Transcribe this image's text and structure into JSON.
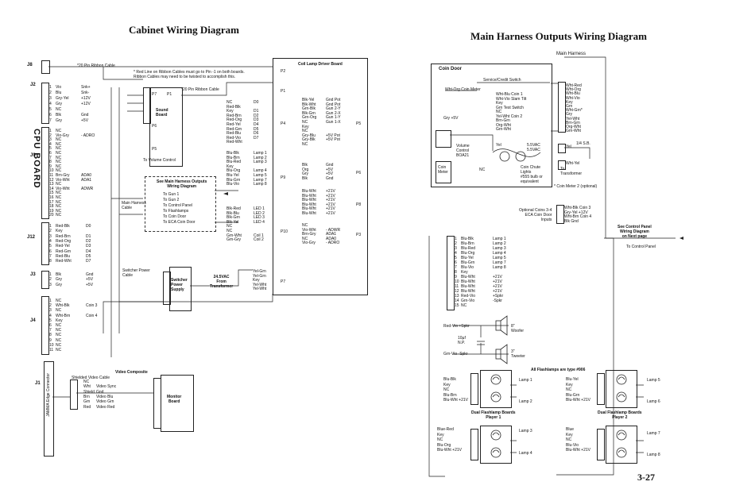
{
  "left": {
    "title": "Cabinet Wiring Diagram",
    "cpu_board": "CPU BOARD",
    "j8": "J8",
    "ribbon_top": "*20 Pin Ribbon Cable",
    "ribbon_note": "* Red Line on Ribbon Cables must go to Pin -1 on both boards.\nRibbon Cables may need to be twisted to accomplish this.",
    "ribbon_mid": "*20 Pin Ribbon Cable",
    "j2": "J2",
    "j9": "J9",
    "j12": "J12",
    "j3": "J3",
    "j4": "J4",
    "j1": "J1",
    "j2_wires": [
      "Vio",
      "Blu",
      "Gry-Yel",
      "Gry",
      "NC",
      "Blk",
      "Gry"
    ],
    "j2_signals": [
      "Snk+",
      "Snk-",
      "+12V",
      "+12V",
      "",
      "Gnd",
      "+5V"
    ],
    "j9_wires": [
      "NC",
      "Vio-Gry",
      "NC",
      "NC",
      "NC",
      "NC",
      "NC",
      "NC",
      "NC",
      "NC",
      "Brn-Gry",
      "Vio-Wht",
      "NC",
      "Vio-Wht",
      "NC",
      "NC",
      "NC",
      "NC",
      "NC",
      "NC"
    ],
    "j9_signals": [
      "",
      "- ADRO",
      "",
      "",
      "",
      "",
      "",
      "",
      "",
      "",
      "ADA0",
      "ADA1",
      "",
      "ADWR",
      "",
      "",
      "",
      "",
      "",
      ""
    ],
    "j12_wires": [
      "Red-Blk",
      "Key",
      "Red-Brn",
      "Red-Org",
      "Red-Yel",
      "Red-Grn",
      "Red-Blu",
      "Red-Wht"
    ],
    "j12_signals": [
      "D0",
      "",
      "D1",
      "D2",
      "D3",
      "D4",
      "D5",
      "D7"
    ],
    "j3_wires": [
      "Blk",
      "Gry",
      "Gry"
    ],
    "j3_signals": [
      "Gnd",
      "+5V",
      "+5V"
    ],
    "j4_wires": [
      "NC",
      "Wht-Blk",
      "NC",
      "Wht-Brn",
      "Key",
      "NC",
      "NC",
      "NC",
      "NC",
      "NC",
      "NC"
    ],
    "j4_signals": [
      "",
      "Coin 3",
      "",
      "Coin 4",
      "",
      "",
      "",
      "",
      "",
      "",
      ""
    ],
    "sound_board": "Sound\nBoard",
    "p7": "P7",
    "p1": "P1",
    "p6": "P6",
    "p5": "P5",
    "volume_control": "To Volume Control",
    "see_main": "See Main Harness Outputs\nWiring Diagram",
    "main_cable": "Main Harness\nCable",
    "to_list": [
      "To Gun 1",
      "To Gun 2",
      "To Control Panel",
      "To Flashlamps",
      "To Coin Door",
      "To ECA Coin Door"
    ],
    "switcher_cable": "Switcher Power\nCable",
    "switcher_label": "Switcher\nPower\nSupply",
    "ac_label": "24.5VAC\nFrom\nTransformer",
    "shielded_video": "Shielded Video Cable",
    "video_composite": "Video Composite",
    "monitor_board": "Monitor\nBoard",
    "video_wires": [
      "NC",
      "Wht",
      "Shield",
      "Brn",
      "Grn",
      "Red"
    ],
    "video_signals": [
      "",
      "Video Sync",
      "Gnd",
      "Video Blu",
      "Video Grn",
      "Video Red"
    ],
    "edge_connector": "JAMMA Edge Connector",
    "coil_lamp": "Coil Lamp Driver Board",
    "p2": "P2",
    "p1c": "P1",
    "p4": "P4",
    "p9": "P9",
    "p10": "P10",
    "p7c": "P7",
    "p5c": "P5",
    "p6c": "P6",
    "p8c": "P8",
    "p3c": "P3",
    "p4_wires": [
      "NC",
      "Red-Blk",
      "Key",
      "Red-Brn",
      "Red-Org",
      "Red-Yel",
      "Red-Grn",
      "Red-Blu",
      "Red-Vio",
      "Red-Wht"
    ],
    "p4_signals": [
      "D0",
      "",
      "D1",
      "D2",
      "D3",
      "D4",
      "D5",
      "D6",
      "D7",
      ""
    ],
    "p9_wires": [
      "Blu-Blk",
      "Blu-Brn",
      "Blu-Red",
      "Key",
      "Blu-Org",
      "Blu-Yel",
      "Blu-Grn",
      "Blu-Vio"
    ],
    "p9_signals": [
      "Lamp 1",
      "Lamp 2",
      "Lamp 3",
      "",
      "Lamp 4",
      "Lamp 5",
      "Lamp 7",
      "Lamp 8"
    ],
    "p10_wires": [
      "Blk-Red",
      "Blk-Blu",
      "Blk-Grn",
      "Blk-Yel",
      "NC",
      "NC",
      "Grn-Wht",
      "Grn-Gry"
    ],
    "p10_signals": [
      "LED 1",
      "LED 2",
      "LED 3",
      "LED 4",
      "",
      "",
      "Coil 1",
      "Coil 2"
    ],
    "p7_wires": [
      "Yel-Grn",
      "Yel-Grn",
      "Key",
      "Yel-Wht",
      "Yel-Wht"
    ],
    "p5_wires": [
      "Blk-Yel",
      "Blk-Wht",
      "Grn-Blk",
      "Blk-Grn",
      "Grn-Org",
      "NC",
      "Key",
      "NC",
      "Gry-Blu",
      "Gry-Blk",
      "NC"
    ],
    "p5_signals": [
      "Gnd Pot",
      "Gnd Pot",
      "Gun 2-Y",
      "Gun 2-X",
      "Gun 1-Y",
      "Gun 1-X",
      "",
      "",
      "+5V Pot",
      "+5V Pot",
      ""
    ],
    "p6_wires": [
      "Blk",
      "Org",
      "Gry",
      "Blk"
    ],
    "p6_signals": [
      "Gnd",
      "+5V",
      "+5V",
      "Gnd"
    ],
    "p8_wires": [
      "Blu-Wht",
      "Blu-Wht",
      "Blu-Wht",
      "Blu-Wht",
      "Blu-Wht",
      "Blu-Wht"
    ],
    "p8_signals": [
      "+21V",
      "+21V",
      "+21V",
      "+21V",
      "+21V",
      "+21V"
    ],
    "p3_wires": [
      "NC",
      "Vio-Wht",
      "Brn-Gry",
      "NC",
      "Vio-Gry"
    ],
    "p3_signals": [
      "",
      "- ADWR",
      "ADA1",
      "ADA0",
      "- ADRO"
    ]
  },
  "right": {
    "title": "Main Harness Outputs Wiring Diagram",
    "main_harness": "Main Harness",
    "coin_door": "Coin Door",
    "service_credit": "Service/Credit Switch",
    "coin_meter_wire": "Wht-Org  Coin Meter",
    "coin_door_rows": [
      "Wht-Blu  Coin 1",
      "Wht-Vio  Slam Tilt",
      "Key",
      "Grn  Test Switch",
      "NC",
      "Yel-Wht  Coin 2",
      "Brn-Grn",
      "Org-Wht",
      "Grn-Wht"
    ],
    "gry_5v": "Gry     +5V",
    "volume_control": "Volume\nControl\nBOA21",
    "coin_meter": "Coin\nMeter",
    "nc": "NC",
    "yel_5vac": "Yel",
    "vac1": "5.5VAC",
    "vac2": "5.5VAC",
    "to_transformer": "To\nTransformer",
    "coin_chute": "Coin Chute\nLights\n#555 bulb or\nequivalent",
    "coin_meter_note": "* Coin Meter 2 (optional)",
    "main_pins": [
      "Wht-Red",
      "Wht-Org",
      "Wht-Blu",
      "Wht-Vio",
      "Key",
      "Grn",
      "Wht-Grn*",
      "Gry",
      "Yel-Wht",
      "Brn-Grn",
      "Org-Wht",
      "Grn-Wht"
    ],
    "fuse": "1/4 S.B.",
    "fuse_wires": [
      "Yel",
      "Wht-Yel"
    ],
    "optional_coin": "Optional Coins 3-4\nECA Coin Door\nInputs",
    "coin34": [
      "Wht-Blk  Coin 3",
      "Gry-Yel  +12V",
      "Wht-Brn  Coin 4",
      "Blk     Gnd"
    ],
    "control_panel": "See Control Panel\nWiring Diagram\non Next page",
    "to_control": "To Control Panel",
    "lamp_rows": [
      "Blu-Blk",
      "Blu-Brn",
      "Blu-Red",
      "Blu-Org",
      "Blu-Yel",
      "Blu-Grn",
      "Blu-Vio",
      "Key",
      "Blu-Wht",
      "Blu-Wht",
      "Blu-Wht",
      "Blu-Wht",
      "Red-Vio",
      "Grn-Vio",
      "NC"
    ],
    "lamp_sigs": [
      "Lamp 1",
      "Lamp 2",
      "Lamp 3",
      "Lamp 4",
      "Lamp 5",
      "Lamp 7",
      "Lamp 8",
      "",
      "+21V",
      "+21V",
      "+21V",
      "+21V",
      "+Spkr",
      "-Spkr",
      ""
    ],
    "speaker_plus": "Red-Vio  +Spkr",
    "speaker_minus": "Grn-Vio  -Spkr",
    "woofer": "8\"\nWoofer",
    "cap": "10µf\nN.P.",
    "tweeter": "3\"\nTweeter",
    "flash_type": "All Flashlamps are type #906",
    "dual1": "Dual Flashlamp Boards\nPlayer 1",
    "dual2": "Dual Flashlamp Boards\nPlayer 2",
    "lamps": [
      "Lamp 1",
      "Lamp 2",
      "Lamp 3",
      "Lamp 4",
      "Lamp 5",
      "Lamp 6",
      "Lamp 7",
      "Lamp 8"
    ],
    "flash_wires_a": [
      "Blu-Blk",
      "Key",
      "NC",
      "Blu-Brn",
      "Blu-Wht  +21V"
    ],
    "flash_wires_b": [
      "Blue-Red",
      "Key",
      "NC",
      "Blu-Org",
      "Blu-Wht  +21V"
    ],
    "flash_wires_c": [
      "Blu-Yel",
      "Key",
      "NC",
      "Blu-Grn",
      "Blu-Wht  +21V"
    ],
    "flash_wires_d": [
      "Blue",
      "Key",
      "NC",
      "Blu-Vio",
      "Blu-Wht  +21V"
    ],
    "page_number": "3-27"
  }
}
